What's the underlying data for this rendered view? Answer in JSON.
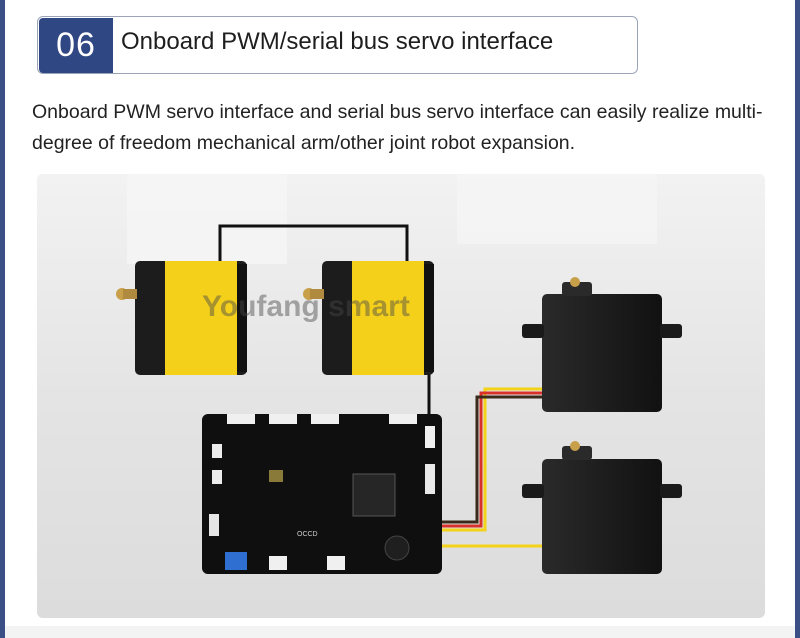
{
  "section": {
    "number": "06",
    "title": "Onboard PWM/serial bus servo interface"
  },
  "description": "Onboard PWM servo interface and serial bus servo interface can easily realize multi-degree of freedom mechanical arm/other joint robot expansion.",
  "image": {
    "watermark": "Youfang smart",
    "board_label": "OCCD"
  },
  "colors": {
    "accent": "#2f4782",
    "servo_yellow": "#f4d01b",
    "servo_black": "#1c1c1c",
    "wire_yellow": "#f3d31a",
    "wire_red": "#d9312a"
  }
}
